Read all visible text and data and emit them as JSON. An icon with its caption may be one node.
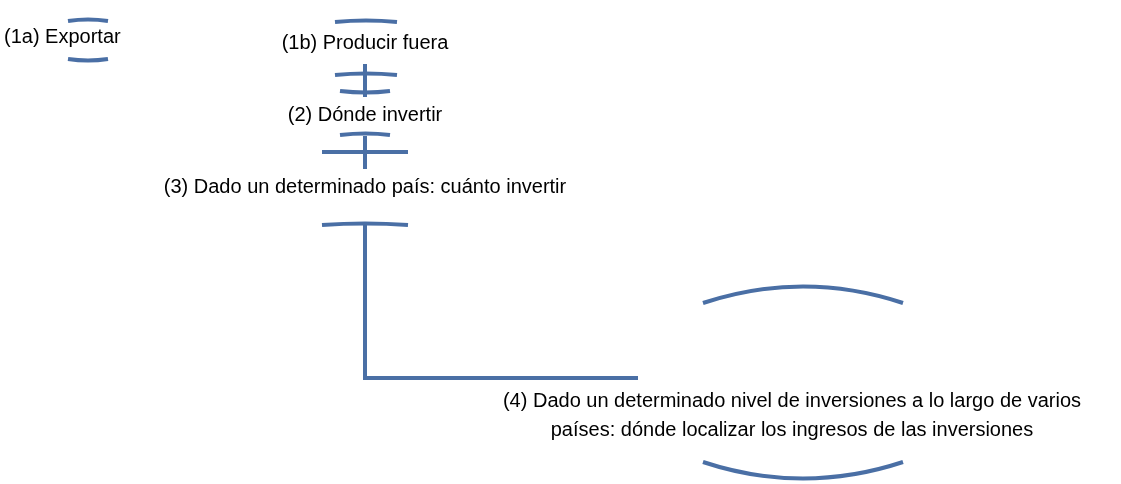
{
  "diagram": {
    "nodes": [
      {
        "text": [
          "(1a) Exportar"
        ]
      },
      {
        "text": [
          "(1b) Producir fuera"
        ]
      },
      {
        "text": [
          "(2) Dónde invertir"
        ]
      },
      {
        "text": [
          "(3) Dado un determinado país: cuánto invertir"
        ]
      },
      {
        "text": [
          "(4) Dado un determinado nivel de inversiones a lo largo de varios países: dónde localizar los ingresos de las inversiones"
        ]
      }
    ],
    "edges": [
      {
        "from": 1,
        "to": 2,
        "arrow": "none"
      },
      {
        "from": 2,
        "to": 3,
        "arrow": "none"
      },
      {
        "from": 3,
        "to": 4,
        "arrow": "none"
      }
    ]
  }
}
